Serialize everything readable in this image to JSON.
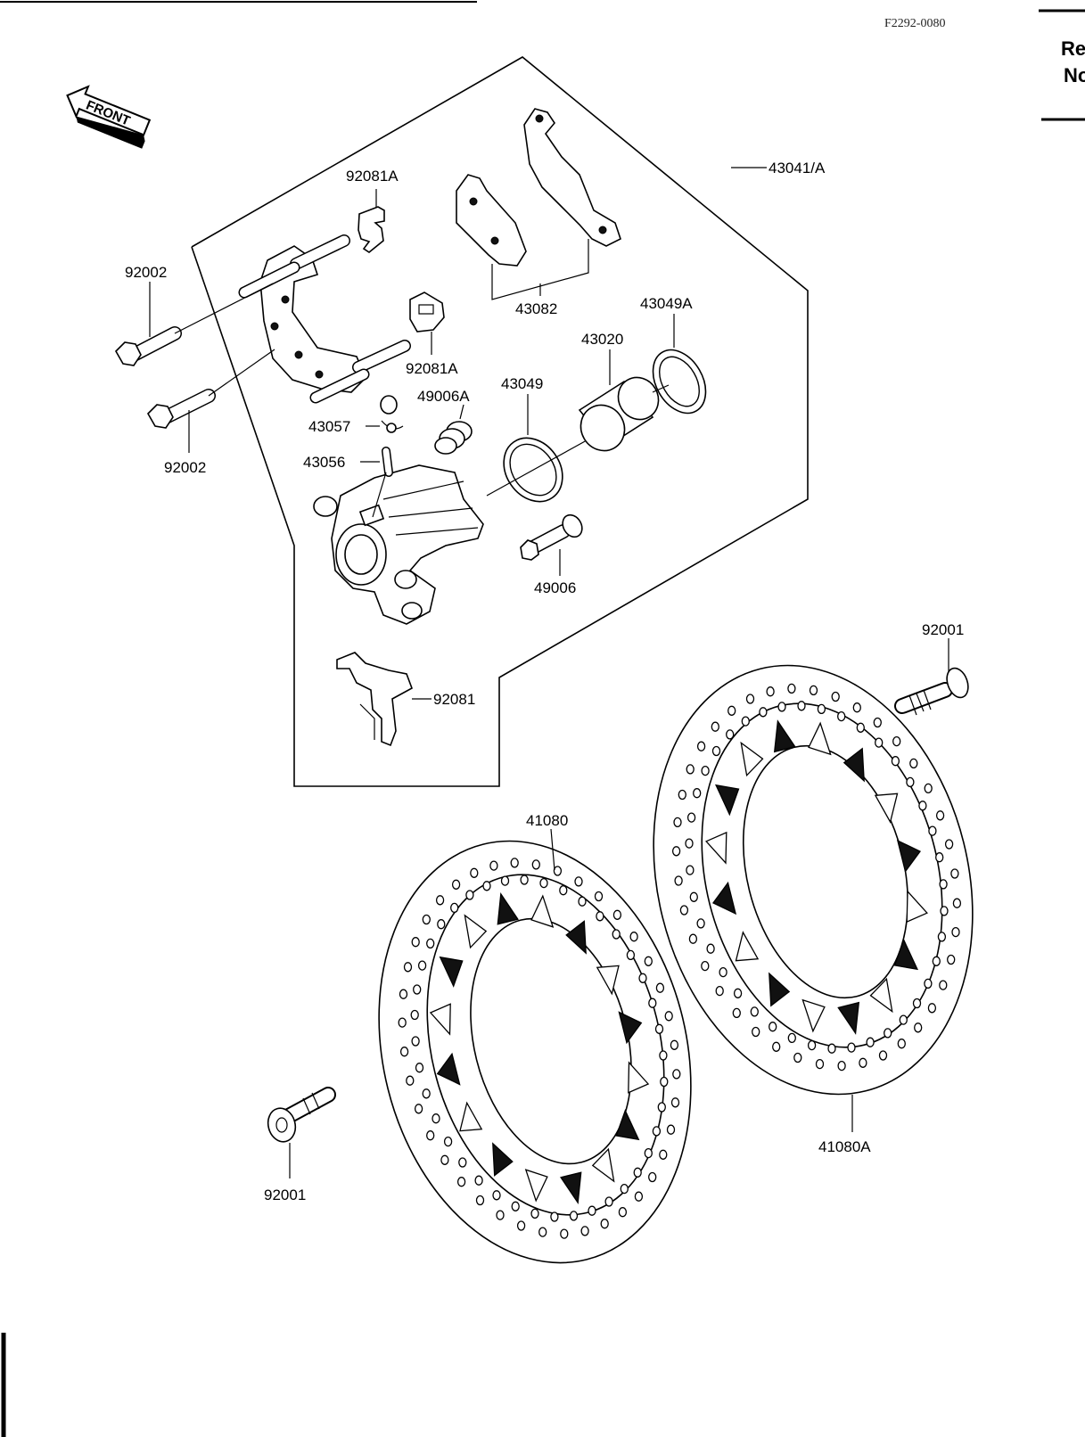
{
  "header": {
    "figure_code": "F2292-0080",
    "side_text_line1": "Re",
    "side_text_line2": "No"
  },
  "front_arrow": {
    "label": "FRONT",
    "icon": "front-arrow-icon"
  },
  "labels": {
    "p43041A": "43041/A",
    "p92081A_top": "92081A",
    "p92002_top": "92002",
    "p43082": "43082",
    "p43049A": "43049A",
    "p43020": "43020",
    "p92081A_mid": "92081A",
    "p43049": "43049",
    "p49006A": "49006A",
    "p43057": "43057",
    "p92002_bottom": "92002",
    "p43056": "43056",
    "p49006": "49006",
    "p92001_right": "92001",
    "p92081": "92081",
    "p41080": "41080",
    "p92001_left": "92001",
    "p41080A": "41080A"
  }
}
